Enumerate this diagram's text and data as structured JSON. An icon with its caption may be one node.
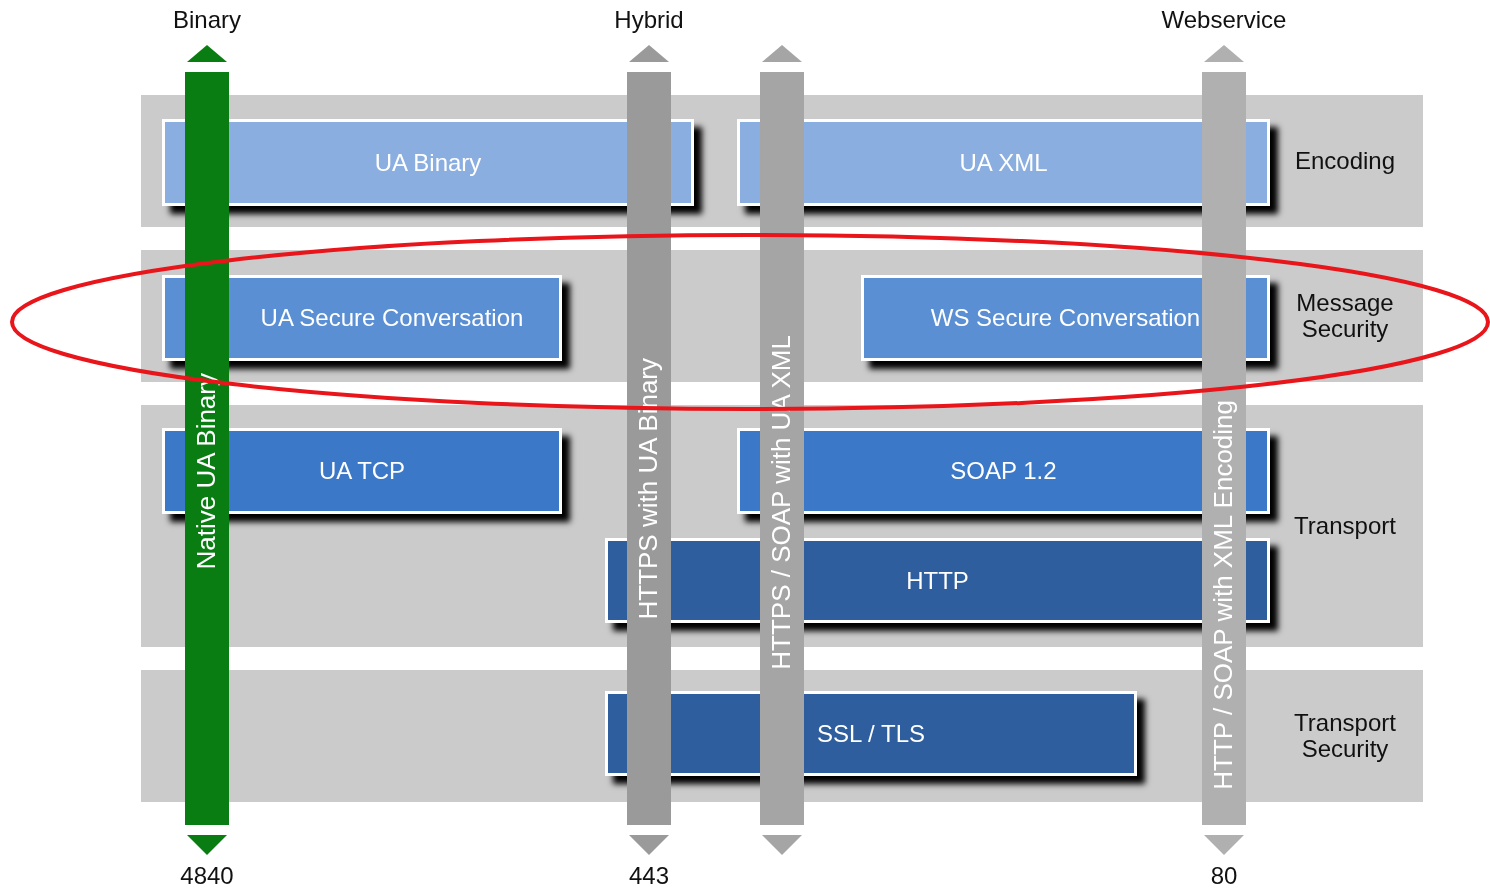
{
  "diagram": {
    "nodes": [
      {
        "text": [
          "Encoding"
        ]
      },
      {
        "text": [
          "UA Binary"
        ],
        "in": 0
      },
      {
        "text": [
          "UA XML"
        ],
        "in": 0
      },
      {
        "text": [
          "Message Security"
        ]
      },
      {
        "text": [
          "UA Secure Conversation"
        ],
        "in": 3
      },
      {
        "text": [
          "WS Secure Conversation"
        ],
        "in": 3
      },
      {
        "text": [
          "Transport"
        ]
      },
      {
        "text": [
          "UA TCP"
        ],
        "in": 6
      },
      {
        "text": [
          "SOAP 1.2"
        ],
        "in": 6
      },
      {
        "text": [
          "HTTP"
        ],
        "in": 6
      },
      {
        "text": [
          "Transport Security"
        ]
      },
      {
        "text": [
          "SSL / TLS"
        ],
        "in": 10
      },
      {
        "text": [
          "Native UA Binary"
        ],
        "beside": [
          "Binary",
          "4840"
        ]
      },
      {
        "text": [
          "HTTPS with UA Binary"
        ],
        "beside": [
          "Hybrid",
          "443"
        ]
      },
      {
        "text": [
          "HTTPS / SOAP with UA XML"
        ]
      },
      {
        "text": [
          "HTTP / SOAP with XML Encoding"
        ],
        "beside": [
          "Webservice",
          "80"
        ]
      }
    ],
    "edges": []
  }
}
